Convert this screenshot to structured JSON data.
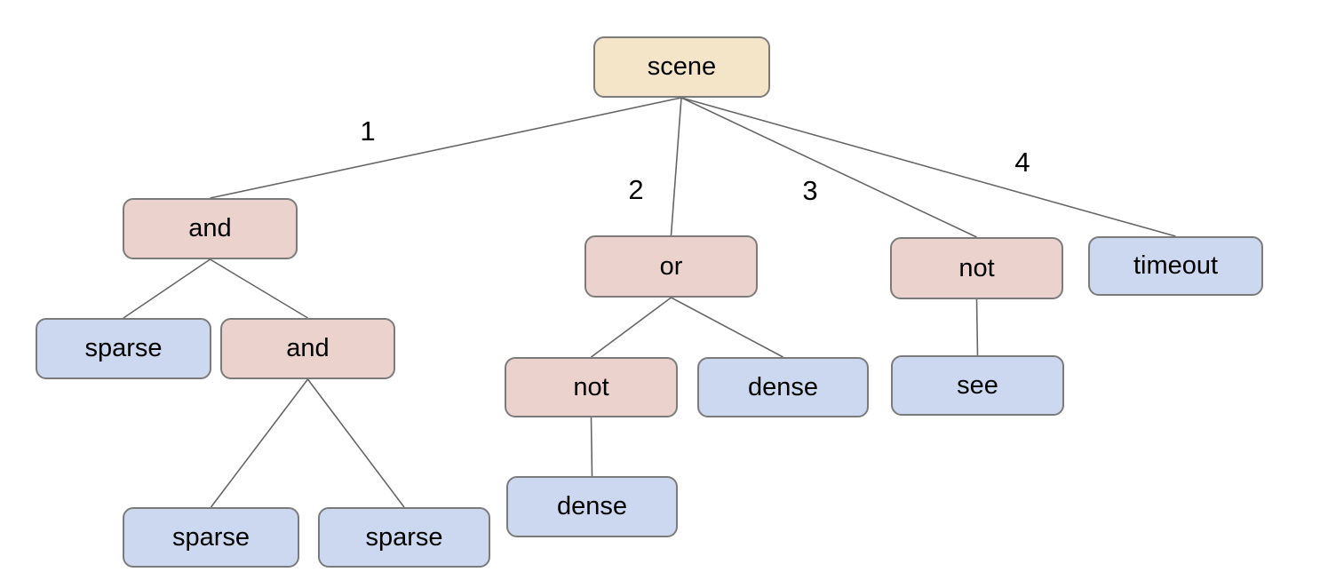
{
  "diagram": {
    "type": "tree",
    "description": "behavior/scene expression tree",
    "colors": {
      "background": "#ffffff",
      "root_fill": "#f4e5c8",
      "operator_fill": "#ecd2cd",
      "leaf_fill": "#ccd7f0",
      "node_border": "#7b7b7b",
      "edge_stroke": "#666666",
      "text": "#000000"
    }
  },
  "nodes": {
    "scene": {
      "label": "scene",
      "kind": "root"
    },
    "and1": {
      "label": "and",
      "kind": "operator"
    },
    "or1": {
      "label": "or",
      "kind": "operator"
    },
    "not1": {
      "label": "not",
      "kind": "operator"
    },
    "timeout1": {
      "label": "timeout",
      "kind": "leaf"
    },
    "sparse1": {
      "label": "sparse",
      "kind": "leaf"
    },
    "and2": {
      "label": "and",
      "kind": "operator"
    },
    "not2": {
      "label": "not",
      "kind": "operator"
    },
    "dense1": {
      "label": "dense",
      "kind": "leaf"
    },
    "see1": {
      "label": "see",
      "kind": "leaf"
    },
    "sparse2": {
      "label": "sparse",
      "kind": "leaf"
    },
    "sparse3": {
      "label": "sparse",
      "kind": "leaf"
    },
    "dense2": {
      "label": "dense",
      "kind": "leaf"
    }
  },
  "edge_labels": {
    "e1": "1",
    "e2": "2",
    "e3": "3",
    "e4": "4"
  },
  "tree": {
    "label": "scene",
    "children": [
      {
        "edge": "1",
        "label": "and",
        "children": [
          {
            "label": "sparse"
          },
          {
            "label": "and",
            "children": [
              {
                "label": "sparse"
              },
              {
                "label": "sparse"
              }
            ]
          }
        ]
      },
      {
        "edge": "2",
        "label": "or",
        "children": [
          {
            "label": "not",
            "children": [
              {
                "label": "dense"
              }
            ]
          },
          {
            "label": "dense"
          }
        ]
      },
      {
        "edge": "3",
        "label": "not",
        "children": [
          {
            "label": "see"
          }
        ]
      },
      {
        "edge": "4",
        "label": "timeout"
      }
    ]
  }
}
